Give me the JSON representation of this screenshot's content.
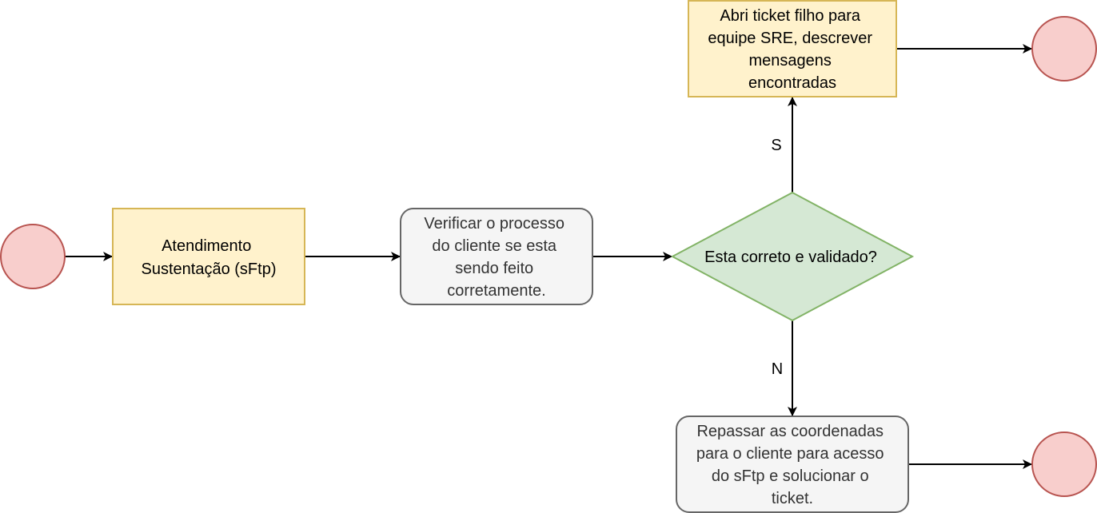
{
  "nodes": {
    "start": {
      "shape": "circle",
      "fill": "#f8cecc",
      "stroke": "#b85450"
    },
    "atendimento": {
      "lines": [
        "Atendimento",
        "Sustentação (sFtp)"
      ],
      "fill": "#fff2cc",
      "stroke": "#d6b656"
    },
    "verificar": {
      "lines": [
        "Verificar o processo",
        "do cliente se esta",
        "sendo feito",
        "corretamente."
      ],
      "fill": "#f5f5f5",
      "stroke": "#666666",
      "text_color": "#333333"
    },
    "decision": {
      "text": "Esta correto e validado?",
      "fill": "#d5e8d4",
      "stroke": "#82b366"
    },
    "ticket_filho": {
      "lines": [
        "Abri ticket filho para",
        "equipe SRE, descrever",
        "mensagens",
        "encontradas"
      ],
      "fill": "#fff2cc",
      "stroke": "#d6b656"
    },
    "repassar": {
      "lines": [
        "Repassar as coordenadas",
        "para o cliente para acesso",
        "do sFtp e solucionar o",
        "ticket."
      ],
      "fill": "#f5f5f5",
      "stroke": "#666666",
      "text_color": "#333333"
    },
    "end_top": {
      "shape": "circle",
      "fill": "#f8cecc",
      "stroke": "#b85450"
    },
    "end_bottom": {
      "shape": "circle",
      "fill": "#f8cecc",
      "stroke": "#b85450"
    }
  },
  "edges": {
    "yes_label": "S",
    "no_label": "N"
  },
  "colors": {
    "edge": "#000000"
  }
}
